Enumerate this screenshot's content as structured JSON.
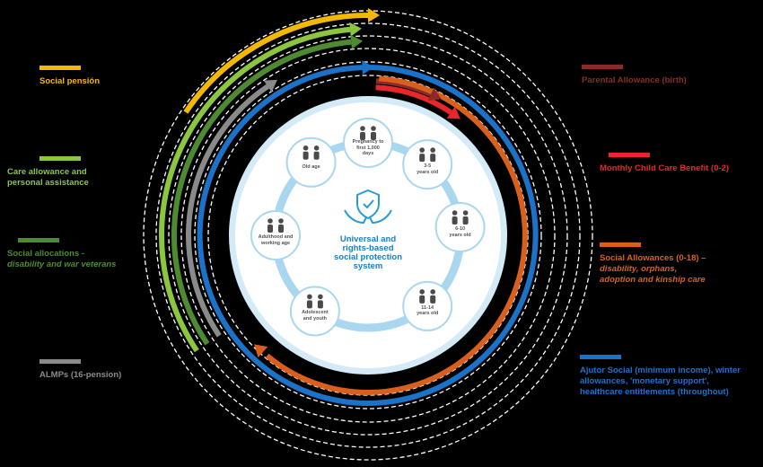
{
  "legend_left": [
    {
      "id": "social-pension",
      "lines": [
        "Social pensión"
      ],
      "sub": [],
      "color": "#f5b800"
    },
    {
      "id": "care-allowance",
      "lines": [
        "Care allowance and",
        "personal assistance"
      ],
      "sub": [],
      "color": "#8cc63f"
    },
    {
      "id": "social-allocations",
      "lines": [
        "Social allocations -"
      ],
      "sub": [
        "disability and war veterans"
      ],
      "color": "#4e8a2f"
    },
    {
      "id": "almps",
      "lines": [
        "ALMPs (16-pension)"
      ],
      "sub": [],
      "color": "#8a8a8a"
    }
  ],
  "legend_right": [
    {
      "id": "parental-allowance",
      "lines": [
        "Parental Allowance (birth)"
      ],
      "sub": [],
      "color": "#8b2a2a"
    },
    {
      "id": "child-care-benefit",
      "lines": [
        "Monthly Child Care Benefit (0-2)"
      ],
      "sub": [],
      "color": "#e8262c"
    },
    {
      "id": "social-allowances",
      "lines": [
        "Social Allowances (0-18) –"
      ],
      "sub": [
        "disability, orphans,",
        "adoption and kinship care"
      ],
      "color": "#d8601c"
    },
    {
      "id": "ajutor-social",
      "lines": [
        "Ajutor Social (minimum income), winter",
        "allowances, 'monetary support',",
        "healthcare entitlements (throughout)"
      ],
      "sub": [],
      "color": "#1a73c9"
    }
  ],
  "center": {
    "lines": [
      "Universal and",
      "rights-based",
      "social protection",
      "system"
    ],
    "color": "#1a7fc0"
  },
  "stages": [
    {
      "id": "pregnancy",
      "lines": [
        "Pregnancy to",
        "first 1,000",
        "days"
      ]
    },
    {
      "id": "age-3-5",
      "lines": [
        "3-5",
        "years old"
      ]
    },
    {
      "id": "age-6-10",
      "lines": [
        "6-10",
        "years old"
      ]
    },
    {
      "id": "age-11-14",
      "lines": [
        "11-14",
        "years old"
      ]
    },
    {
      "id": "adolescent",
      "lines": [
        "Adolescent",
        "and youth"
      ]
    },
    {
      "id": "adulthood",
      "lines": [
        "Adulthood and",
        "working age"
      ]
    },
    {
      "id": "old-age",
      "lines": [
        "Old age"
      ]
    }
  ],
  "colors": {
    "background": "#000000",
    "disc": "#d4ebf7",
    "ring": "#a9d7ef",
    "node": "#ffffff",
    "icon": "#4a4a4a",
    "dashed": "#ffffff"
  }
}
